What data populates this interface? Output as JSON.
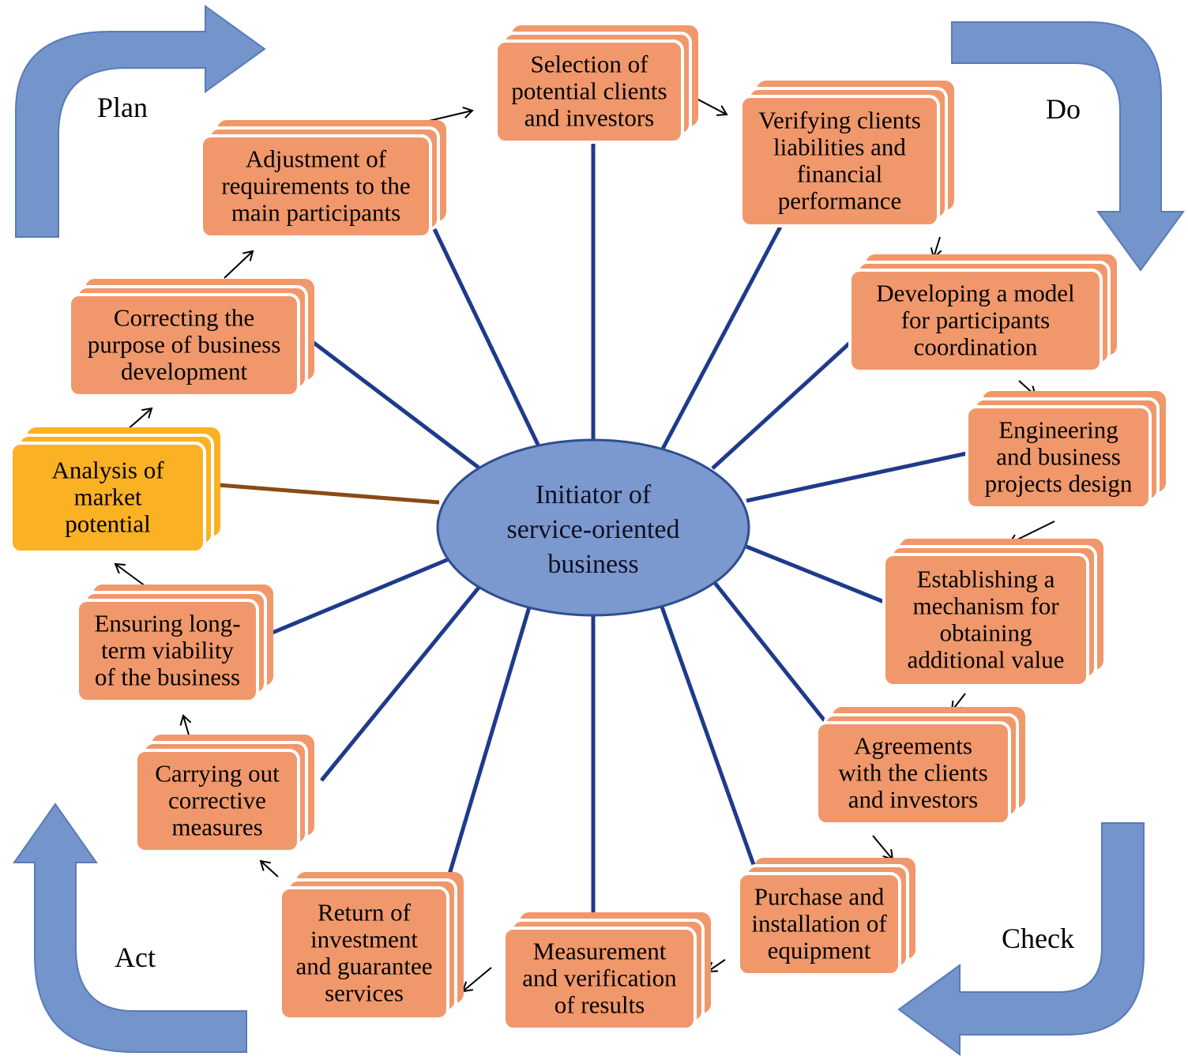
{
  "center": {
    "lines": [
      "Initiator of",
      "service-oriented",
      "business"
    ]
  },
  "phases": {
    "plan": "Plan",
    "do": "Do",
    "check": "Check",
    "act": "Act"
  },
  "colors": {
    "box_fill": "#f0986b",
    "box_highlight_fill": "#fbb124",
    "center_fill": "#7b98cf",
    "center_stroke": "#2e4e8f",
    "spoke": "#1f3a8c",
    "spoke_highlight": "#8a4a14",
    "phase_arrow": "#7494cc"
  },
  "nodes": [
    {
      "id": "selection",
      "lines": [
        "Selection of",
        "potential clients",
        "and investors"
      ]
    },
    {
      "id": "verifying",
      "lines": [
        "Verifying clients",
        "liabilities  and",
        "financial",
        "performance"
      ]
    },
    {
      "id": "developing",
      "lines": [
        "Developing a model",
        "for participants",
        "coordination"
      ]
    },
    {
      "id": "engineering",
      "lines": [
        "Engineering",
        "and business",
        "projects design"
      ]
    },
    {
      "id": "establishing",
      "lines": [
        "Establishing a",
        "mechanism for",
        "obtaining",
        "additional value"
      ]
    },
    {
      "id": "agreements",
      "lines": [
        "Agreements",
        "with the clients",
        "and investors"
      ]
    },
    {
      "id": "purchase",
      "lines": [
        "Purchase and",
        "installation of",
        "equipment"
      ]
    },
    {
      "id": "measurement",
      "lines": [
        "Measurement",
        "and verification",
        "of results"
      ]
    },
    {
      "id": "return",
      "lines": [
        "Return of",
        "investment",
        "and guarantee",
        "services"
      ]
    },
    {
      "id": "carrying",
      "lines": [
        "Carrying out",
        "corrective",
        "measures"
      ]
    },
    {
      "id": "ensuring",
      "lines": [
        "Ensuring long-",
        "term viability",
        "of the business"
      ]
    },
    {
      "id": "analysis",
      "lines": [
        "Analysis of",
        "market",
        "potential"
      ],
      "highlight": true
    },
    {
      "id": "correcting",
      "lines": [
        "Correcting the",
        "purpose of business",
        "development"
      ]
    },
    {
      "id": "adjustment",
      "lines": [
        "Adjustment of",
        "requirements to the",
        "main participants"
      ]
    }
  ]
}
